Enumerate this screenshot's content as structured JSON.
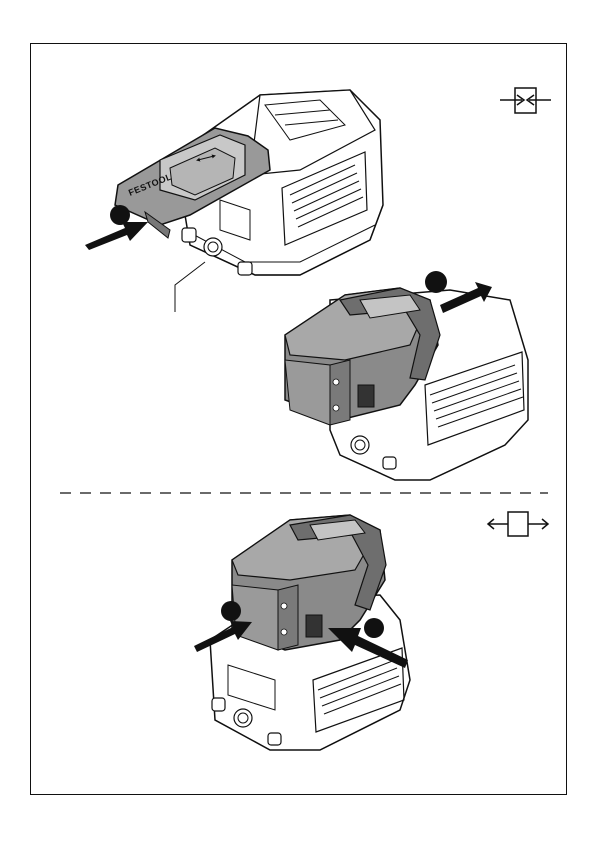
{
  "page": {
    "section_top": {
      "symbol": "insert-battery-symbol",
      "icon": "arrows-inward-icon",
      "brand_label": "FESTOOL"
    },
    "section_bottom": {
      "symbol": "remove-battery-symbol",
      "icon": "arrows-outward-icon"
    }
  }
}
